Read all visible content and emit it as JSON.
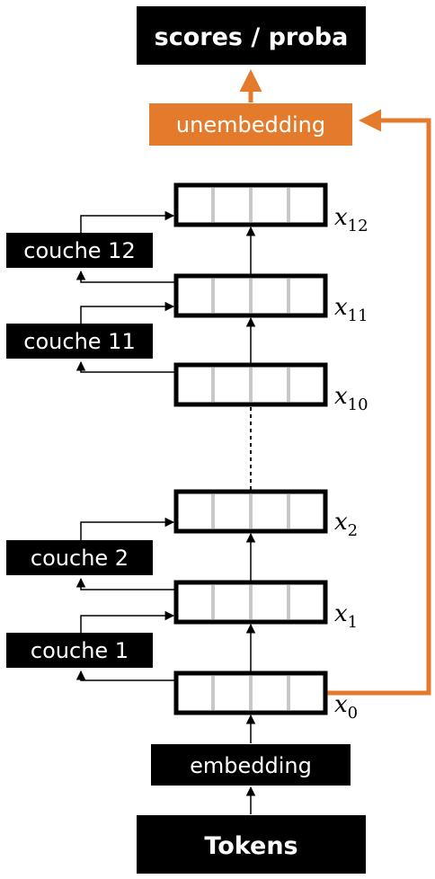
{
  "colors": {
    "accent": "#e47b2c",
    "box": "#000000",
    "slot_divider": "#c8c8c8"
  },
  "nodes": {
    "scores": "scores / proba",
    "unembedding": "unembedding",
    "embedding": "embedding",
    "tokens": "Tokens"
  },
  "layers": [
    "couche 12",
    "couche 11",
    "couche 2",
    "couche 1"
  ],
  "states": [
    {
      "base": "x",
      "sub": "12"
    },
    {
      "base": "x",
      "sub": "11"
    },
    {
      "base": "x",
      "sub": "10"
    },
    {
      "base": "x",
      "sub": "2"
    },
    {
      "base": "x",
      "sub": "1"
    },
    {
      "base": "x",
      "sub": "0"
    }
  ]
}
